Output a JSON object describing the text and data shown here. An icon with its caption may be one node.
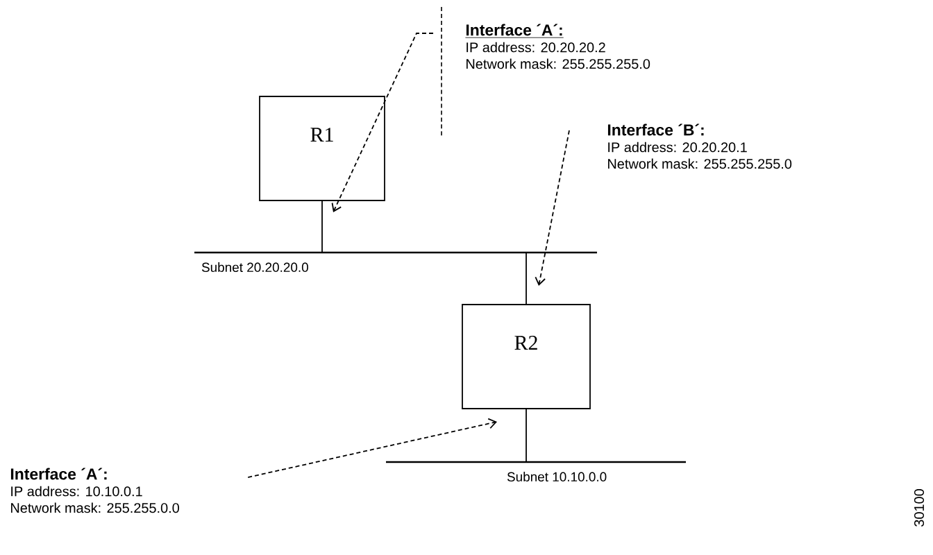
{
  "diagram": {
    "nodes": [
      {
        "text": [
          "R1"
        ]
      },
      {
        "text": [
          "R2"
        ]
      },
      {
        "text": [
          "Interface ´A´:",
          "IP address: 20.20.20.2",
          "Network mask: 255.255.255.0"
        ]
      },
      {
        "text": [
          "Interface ´B´:",
          "IP address: 20.20.20.1",
          "Network mask: 255.255.255.0"
        ]
      },
      {
        "text": [
          "Interface ´A´:",
          "IP address: 10.10.0.1",
          "Network mask: 255.255.0.0"
        ]
      },
      {
        "text": [],
        "shape": "bar",
        "beside": [
          "Subnet 20.20.20.0"
        ]
      },
      {
        "text": [],
        "shape": "bar",
        "beside": [
          "Subnet 10.10.0.0"
        ]
      }
    ],
    "edges": [
      {
        "from": 0,
        "to": 5,
        "arrow": "none"
      },
      {
        "from": 5,
        "to": 1,
        "arrow": "none"
      },
      {
        "from": 1,
        "to": 6,
        "arrow": "none"
      },
      {
        "from": 2,
        "to": 0,
        "arrow": "to",
        "style": "dashed"
      },
      {
        "from": 3,
        "to": null,
        "arrow": "to",
        "style": "dashed"
      },
      {
        "from": 4,
        "to": 1,
        "arrow": "to",
        "style": "dashed"
      }
    ],
    "labels": [
      "30100"
    ]
  }
}
